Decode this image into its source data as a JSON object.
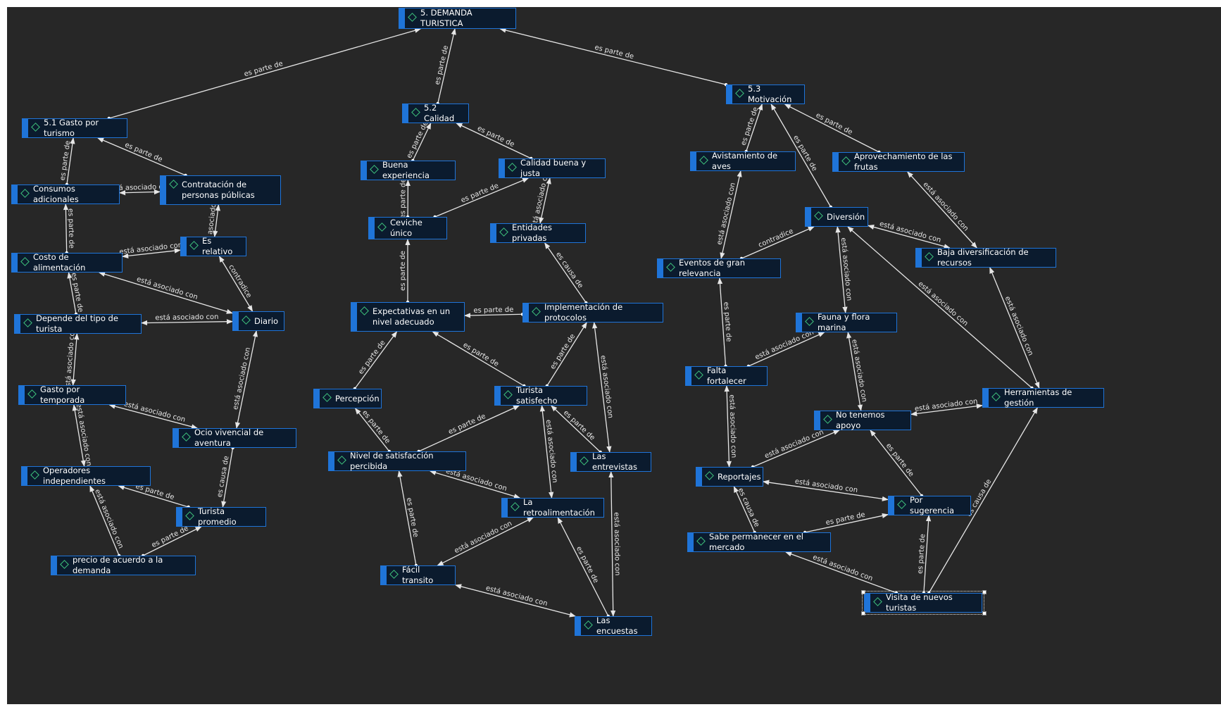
{
  "colors": {
    "canvas": "#272727",
    "node_fill": "#0b1b2e",
    "node_accent": "#1f74d8",
    "icon": "#3fc27c",
    "line": "#e6e6e6",
    "text": "#ffffff"
  },
  "icon_name": "diamond-icon",
  "nodes": [
    {
      "id": "n1",
      "label": "5. DEMANDA TURISTICA"
    },
    {
      "id": "n2",
      "label": "5.1 Gasto por turismo"
    },
    {
      "id": "n3",
      "label": "5.2 Calidad"
    },
    {
      "id": "n4",
      "label": "5.3 Motivación"
    },
    {
      "id": "n5",
      "label": "Consumos adicionales"
    },
    {
      "id": "n6",
      "label": "Contratación de personas públicas"
    },
    {
      "id": "n7",
      "label": "Es relativo"
    },
    {
      "id": "n8",
      "label": "Costo de alimentación"
    },
    {
      "id": "n9",
      "label": "Depende del tipo de turista"
    },
    {
      "id": "n10",
      "label": "Diario"
    },
    {
      "id": "n11",
      "label": "Gasto por temporada"
    },
    {
      "id": "n12",
      "label": "Ocio vivencial de aventura"
    },
    {
      "id": "n13",
      "label": "Operadores independientes"
    },
    {
      "id": "n14",
      "label": "Turista promedio"
    },
    {
      "id": "n15",
      "label": "precio de acuerdo a la demanda"
    },
    {
      "id": "n16",
      "label": "Buena experiencia"
    },
    {
      "id": "n17",
      "label": "Calidad buena y justa"
    },
    {
      "id": "n18",
      "label": "Ceviche único"
    },
    {
      "id": "n19",
      "label": "Entidades privadas"
    },
    {
      "id": "n20",
      "label": "Expectativas en un nivel adecuado"
    },
    {
      "id": "n21",
      "label": "Implementación de protocolos"
    },
    {
      "id": "n22",
      "label": "Percepción"
    },
    {
      "id": "n23",
      "label": "Turista satisfecho"
    },
    {
      "id": "n24",
      "label": "Nivel de satisfacción percibida"
    },
    {
      "id": "n25",
      "label": "Las entrevistas"
    },
    {
      "id": "n26",
      "label": "La retroalimentación"
    },
    {
      "id": "n27",
      "label": "Fácil transito"
    },
    {
      "id": "n28",
      "label": "Las encuestas"
    },
    {
      "id": "n29",
      "label": "Avistamiento de aves"
    },
    {
      "id": "n30",
      "label": "Aprovechamiento de las frutas"
    },
    {
      "id": "n31",
      "label": "Diversión"
    },
    {
      "id": "n32",
      "label": "Baja diversificación de recursos"
    },
    {
      "id": "n33",
      "label": "Eventos de gran relevancia"
    },
    {
      "id": "n34",
      "label": "Fauna y flora marina"
    },
    {
      "id": "n35",
      "label": "Falta fortalecer"
    },
    {
      "id": "n36",
      "label": "Herramientas de gestión"
    },
    {
      "id": "n37",
      "label": "No tenemos apoyo"
    },
    {
      "id": "n38",
      "label": "Reportajes"
    },
    {
      "id": "n39",
      "label": "Por sugerencia"
    },
    {
      "id": "n40",
      "label": "Sabe permanecer en el mercado"
    },
    {
      "id": "n41",
      "label": "Visita de nuevos turistas"
    }
  ],
  "edges": [
    {
      "from": "n2",
      "to": "n1",
      "label": "es parte de"
    },
    {
      "from": "n3",
      "to": "n1",
      "label": "es parte de"
    },
    {
      "from": "n4",
      "to": "n1",
      "label": "es parte de"
    },
    {
      "from": "n5",
      "to": "n2",
      "label": "es parte de"
    },
    {
      "from": "n6",
      "to": "n2",
      "label": "es parte de"
    },
    {
      "from": "n5",
      "to": "n6",
      "label": "está asociado con",
      "both": true
    },
    {
      "from": "n6",
      "to": "n7",
      "label": "está asociado con",
      "both": true
    },
    {
      "from": "n8",
      "to": "n5",
      "label": "es parte de"
    },
    {
      "from": "n8",
      "to": "n7",
      "label": "está asociado con",
      "both": true
    },
    {
      "from": "n10",
      "to": "n7",
      "label": "contradice",
      "both": true
    },
    {
      "from": "n8",
      "to": "n10",
      "label": "está asociado con",
      "both": true
    },
    {
      "from": "n9",
      "to": "n8",
      "label": "es parte de"
    },
    {
      "from": "n9",
      "to": "n10",
      "label": "está asociado con",
      "both": true
    },
    {
      "from": "n9",
      "to": "n11",
      "label": "está asociado con",
      "both": true
    },
    {
      "from": "n11",
      "to": "n12",
      "label": "está asociado con",
      "both": true
    },
    {
      "from": "n10",
      "to": "n12",
      "label": "está asociado con",
      "both": true
    },
    {
      "from": "n11",
      "to": "n13",
      "label": "está asociado con",
      "both": true
    },
    {
      "from": "n12",
      "to": "n14",
      "label": "es causa de"
    },
    {
      "from": "n14",
      "to": "n13",
      "label": "es parte de"
    },
    {
      "from": "n15",
      "to": "n14",
      "label": "es parte de"
    },
    {
      "from": "n15",
      "to": "n13",
      "label": "está asociado con"
    },
    {
      "from": "n16",
      "to": "n3",
      "label": "es parte de"
    },
    {
      "from": "n17",
      "to": "n3",
      "label": "es parte de"
    },
    {
      "from": "n18",
      "to": "n16",
      "label": "es parte de"
    },
    {
      "from": "n18",
      "to": "n17",
      "label": "es parte de"
    },
    {
      "from": "n17",
      "to": "n19",
      "label": "está asociado con",
      "both": true
    },
    {
      "from": "n20",
      "to": "n18",
      "label": "es parte de"
    },
    {
      "from": "n21",
      "to": "n19",
      "label": "es causa de"
    },
    {
      "from": "n21",
      "to": "n20",
      "label": "es parte de"
    },
    {
      "from": "n22",
      "to": "n20",
      "label": "es parte de"
    },
    {
      "from": "n23",
      "to": "n20",
      "label": "es parte de"
    },
    {
      "from": "n23",
      "to": "n21",
      "label": "es parte de"
    },
    {
      "from": "n25",
      "to": "n21",
      "label": "está asociado con",
      "both": true
    },
    {
      "from": "n24",
      "to": "n22",
      "label": "es parte de"
    },
    {
      "from": "n24",
      "to": "n23",
      "label": "es parte de"
    },
    {
      "from": "n25",
      "to": "n23",
      "label": "es parte de"
    },
    {
      "from": "n23",
      "to": "n26",
      "label": "está asociado con",
      "both": true
    },
    {
      "from": "n24",
      "to": "n26",
      "label": "está asociado con",
      "both": true
    },
    {
      "from": "n27",
      "to": "n24",
      "label": "es parte de"
    },
    {
      "from": "n27",
      "to": "n26",
      "label": "está asociado con",
      "both": true
    },
    {
      "from": "n28",
      "to": "n26",
      "label": "es parte de"
    },
    {
      "from": "n27",
      "to": "n28",
      "label": "está asociado con",
      "both": true
    },
    {
      "from": "n28",
      "to": "n25",
      "label": "está asociado con",
      "both": true
    },
    {
      "from": "n29",
      "to": "n4",
      "label": "es parte de"
    },
    {
      "from": "n30",
      "to": "n4",
      "label": "es parte de"
    },
    {
      "from": "n31",
      "to": "n4",
      "label": "es parte de"
    },
    {
      "from": "n33",
      "to": "n29",
      "label": "está asociado con",
      "both": true
    },
    {
      "from": "n33",
      "to": "n31",
      "label": "contradice"
    },
    {
      "from": "n30",
      "to": "n32",
      "label": "está asociado con",
      "both": true
    },
    {
      "from": "n31",
      "to": "n32",
      "label": "está asociado con",
      "both": true
    },
    {
      "from": "n31",
      "to": "n34",
      "label": "está asociado con",
      "both": true
    },
    {
      "from": "n36",
      "to": "n31",
      "label": "está asociado con"
    },
    {
      "from": "n32",
      "to": "n36",
      "label": "está asociado con",
      "both": true
    },
    {
      "from": "n35",
      "to": "n33",
      "label": "es parte de"
    },
    {
      "from": "n35",
      "to": "n34",
      "label": "está asociado con"
    },
    {
      "from": "n34",
      "to": "n37",
      "label": "está asociado con",
      "both": true
    },
    {
      "from": "n35",
      "to": "n38",
      "label": "está asociado con",
      "both": true
    },
    {
      "from": "n37",
      "to": "n36",
      "label": "está asociado con",
      "both": true
    },
    {
      "from": "n38",
      "to": "n37",
      "label": "está asociado con"
    },
    {
      "from": "n39",
      "to": "n37",
      "label": "es parte de"
    },
    {
      "from": "n38",
      "to": "n39",
      "label": "está asociado con",
      "both": true
    },
    {
      "from": "n40",
      "to": "n38",
      "label": "es causa de"
    },
    {
      "from": "n40",
      "to": "n39",
      "label": "es parte de"
    },
    {
      "from": "n41",
      "to": "n39",
      "label": "es parte de"
    },
    {
      "from": "n41",
      "to": "n40",
      "label": "está asociado con"
    },
    {
      "from": "n41",
      "to": "n36",
      "label": "es causa de"
    }
  ]
}
